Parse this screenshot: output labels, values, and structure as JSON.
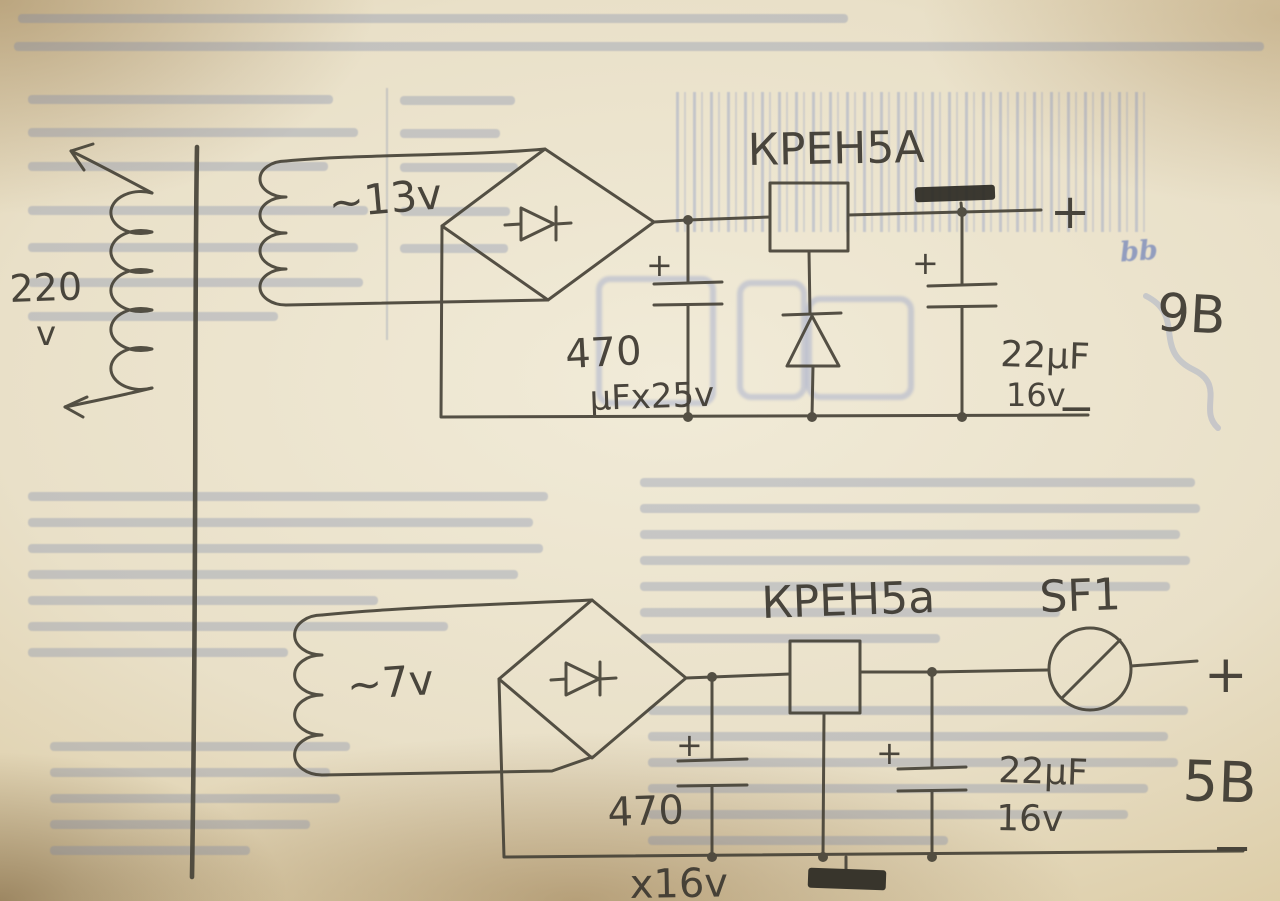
{
  "schematic": {
    "transformer": {
      "primary_value": "220",
      "primary_unit": "v"
    },
    "top": {
      "winding": "~13v",
      "regulator": "КРЕН5А",
      "filter_cap_value": "470",
      "filter_cap_spec": "µFx25v",
      "output_cap_value": "22µF",
      "output_cap_spec": "16v",
      "output_voltage": "9В"
    },
    "bottom": {
      "winding": "~7v",
      "regulator": "КРЕН5а",
      "filter_cap_value": "470",
      "filter_cap_spec": "x16v",
      "output_cap_value": "22µF",
      "output_cap_spec": "16v",
      "switch": "SF1",
      "output_voltage": "5В"
    },
    "symbols": {
      "plus": "+",
      "minus": "−"
    },
    "ghost_print": {
      "snippet": "bb"
    }
  }
}
